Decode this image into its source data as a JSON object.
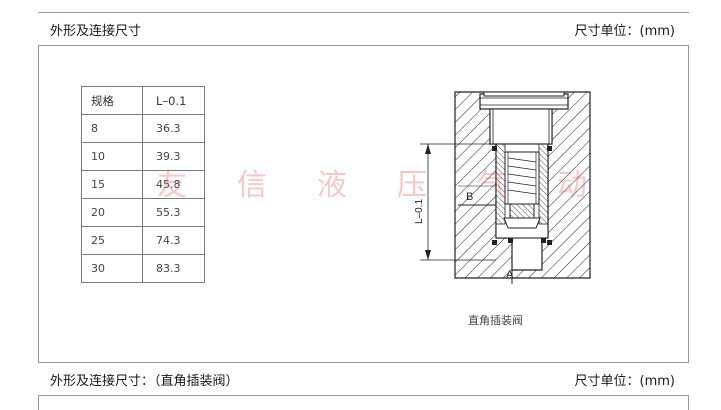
{
  "header": {
    "title": "外形及连接尺寸",
    "unit": "尺寸单位：(mm)"
  },
  "spec_table": {
    "headers": [
      "规格",
      "L–0.1"
    ],
    "rows": [
      [
        "8",
        "36.3"
      ],
      [
        "10",
        "39.3"
      ],
      [
        "15",
        "45.8"
      ],
      [
        "20",
        "55.3"
      ],
      [
        "25",
        "74.3"
      ],
      [
        "30",
        "83.3"
      ]
    ]
  },
  "drawing": {
    "dimension_label": "L–0.1",
    "port_b": "B",
    "port_a": "A",
    "caption": "直角插装阀"
  },
  "watermark": {
    "chars": [
      "友",
      "信",
      "液",
      "压",
      "气",
      "动"
    ]
  },
  "footer": {
    "title": "外形及连接尺寸：（直角插装阀）",
    "unit": "尺寸单位：(mm)"
  }
}
